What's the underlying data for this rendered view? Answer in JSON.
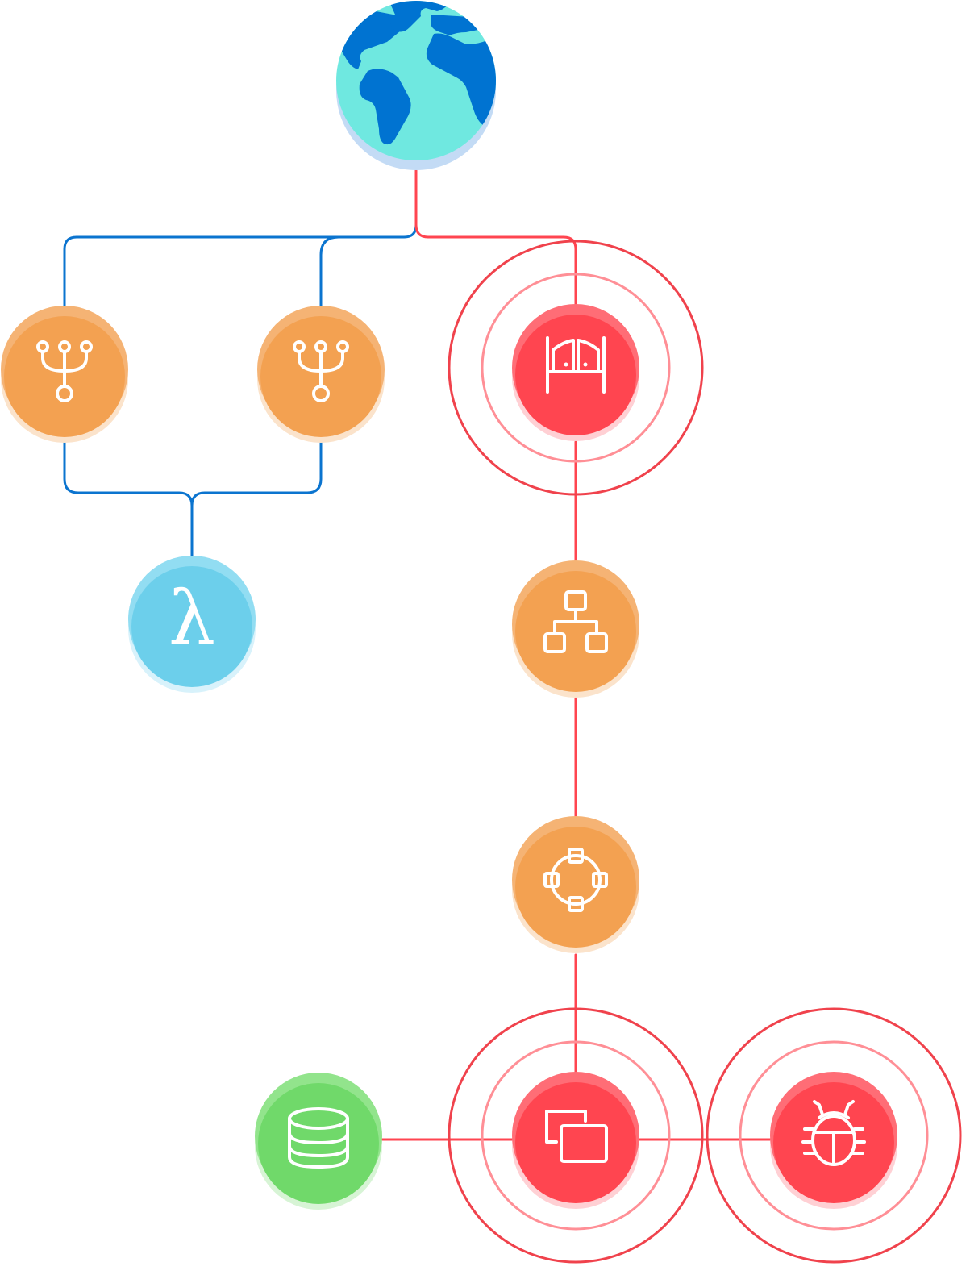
{
  "diagram": {
    "colors": {
      "internet_fill": "#6fe8e0",
      "internet_land": "#0073d1",
      "internet_shadow": "#c3dbf5",
      "blue_link": "#0b74cf",
      "red_link": "#ff4550",
      "ring_outer": "#f0424c",
      "ring_inner": "#ff8f96",
      "orange": "#f3a151",
      "orange_highlight": "#f5b374",
      "orange_shadow": "#fbe3cb",
      "red": "#ff4550",
      "red_highlight": "#ff6d76",
      "red_shadow": "#ffd0d4",
      "blue_node": "#6ccfeb",
      "blue_node_highlight": "#92ddf2",
      "blue_node_shadow": "#d8f2fb",
      "green": "#70d96a",
      "green_highlight": "#92e48c",
      "green_shadow": "#d7f4d5",
      "icon": "#ffffff"
    },
    "nodes": [
      {
        "id": "internet",
        "icon": "globe-icon",
        "kind": "internet",
        "state": "normal"
      },
      {
        "id": "router-left",
        "icon": "router-fork-icon",
        "kind": "orange",
        "state": "normal"
      },
      {
        "id": "router-middle",
        "icon": "router-fork-icon",
        "kind": "orange",
        "state": "normal"
      },
      {
        "id": "gateway",
        "icon": "gateway-doors-icon",
        "kind": "red",
        "state": "alert"
      },
      {
        "id": "lambda",
        "icon": "lambda-icon",
        "kind": "blue",
        "state": "normal",
        "label": "λ"
      },
      {
        "id": "load-balancer",
        "icon": "hierarchy-icon",
        "kind": "orange",
        "state": "normal"
      },
      {
        "id": "mesh",
        "icon": "ring-network-icon",
        "kind": "orange",
        "state": "normal"
      },
      {
        "id": "database",
        "icon": "database-icon",
        "kind": "green",
        "state": "normal"
      },
      {
        "id": "compute",
        "icon": "windows-icon",
        "kind": "red",
        "state": "alert"
      },
      {
        "id": "malware",
        "icon": "bug-icon",
        "kind": "red",
        "state": "alert"
      }
    ],
    "edges": [
      {
        "from": "internet",
        "to": "router-left",
        "color": "blue"
      },
      {
        "from": "internet",
        "to": "router-middle",
        "color": "blue"
      },
      {
        "from": "internet",
        "to": "gateway",
        "color": "red"
      },
      {
        "from": "router-left",
        "to": "lambda",
        "color": "blue"
      },
      {
        "from": "router-middle",
        "to": "lambda",
        "color": "blue"
      },
      {
        "from": "gateway",
        "to": "load-balancer",
        "color": "red"
      },
      {
        "from": "load-balancer",
        "to": "mesh",
        "color": "red"
      },
      {
        "from": "mesh",
        "to": "compute",
        "color": "red"
      },
      {
        "from": "database",
        "to": "compute",
        "color": "red"
      },
      {
        "from": "compute",
        "to": "malware",
        "color": "red"
      }
    ]
  }
}
